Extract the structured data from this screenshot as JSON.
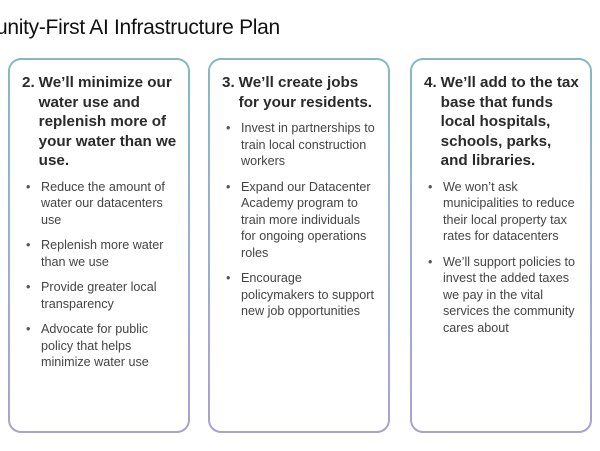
{
  "page": {
    "title": "unity-First AI Infrastructure Plan"
  },
  "colors": {
    "border_top": "#86b8c2",
    "border_bottom": "#a9a2cc",
    "heading_text": "#2a2a2a",
    "body_text": "#444444"
  },
  "cards": [
    {
      "number": "2.",
      "heading": "We’ll minimize our water use and replenish more of your water than we use.",
      "bullets": [
        "Reduce the amount of water our datacenters use",
        "Replenish more water than we use",
        "Provide greater local transparency",
        "Advocate for public policy that helps minimize water use"
      ]
    },
    {
      "number": "3.",
      "heading": "We’ll create jobs for your residents.",
      "bullets": [
        "Invest in partnerships to train local construction workers",
        "Expand our Datacenter Academy program to train more individuals for ongoing operations roles",
        "Encourage policymakers to support new job opportunities"
      ]
    },
    {
      "number": "4.",
      "heading": "We’ll add to the tax base that funds local hospitals, schools, parks, and libraries.",
      "bullets": [
        "We won’t ask municipalities to reduce their local property tax rates for datacenters",
        "We’ll support policies to invest the added taxes we pay in the vital services the community cares about"
      ]
    }
  ],
  "bullet_glyph": "•"
}
